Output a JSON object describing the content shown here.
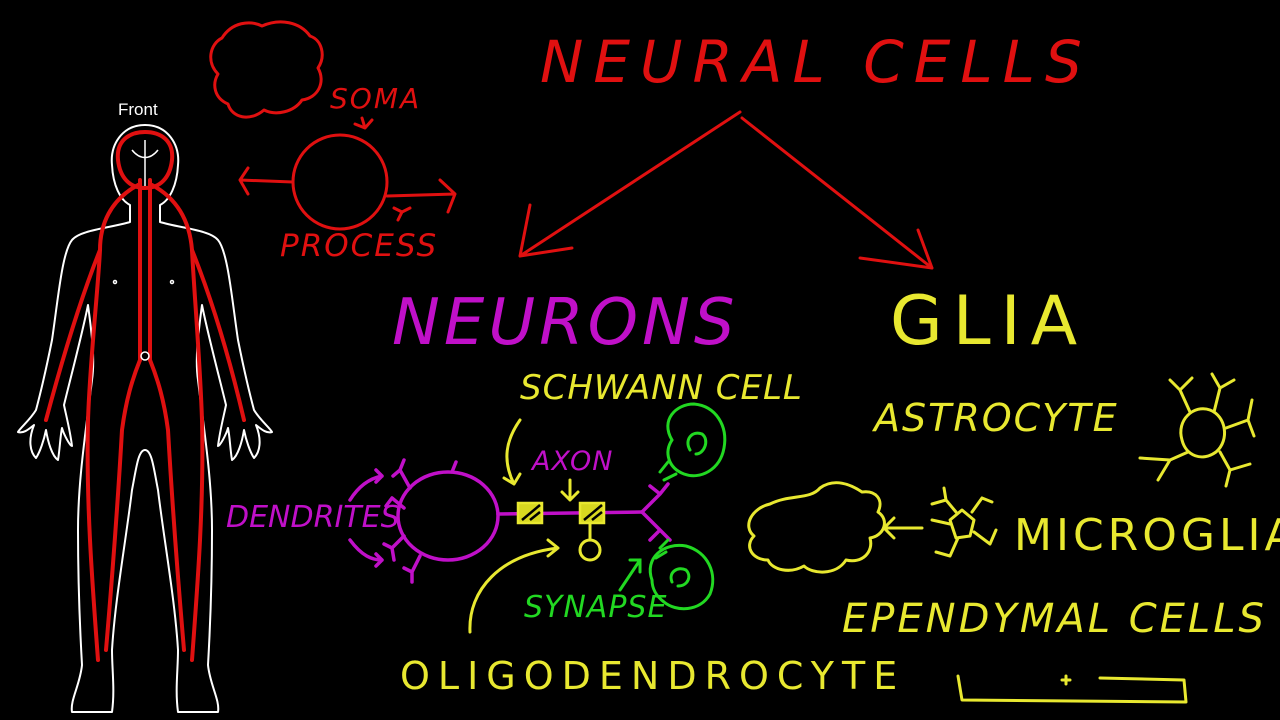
{
  "colors": {
    "background": "#000000",
    "red": "#e01010",
    "magenta": "#c010c8",
    "yellow": "#e8e830",
    "green": "#22d822",
    "white": "#ffffff"
  },
  "body_figure": {
    "label": "Front"
  },
  "titles": {
    "neural_cells": "NEURAL CELLS",
    "neurons": "NEURONS",
    "glia": "GLIA"
  },
  "neuron_parts": {
    "soma": "SOMA",
    "process": "PROCESS",
    "dendrites": "DENDRITES",
    "axon": "AXON",
    "synapse": "SYNAPSE",
    "schwann_cell": "SCHWANN CELL",
    "oligodendrocyte": "OLIGODENDROCYTE"
  },
  "glia_types": {
    "astrocyte": "ASTROCYTE",
    "microglia": "MICROGLIA",
    "ependymal_cells": "EPENDYMAL CELLS"
  }
}
